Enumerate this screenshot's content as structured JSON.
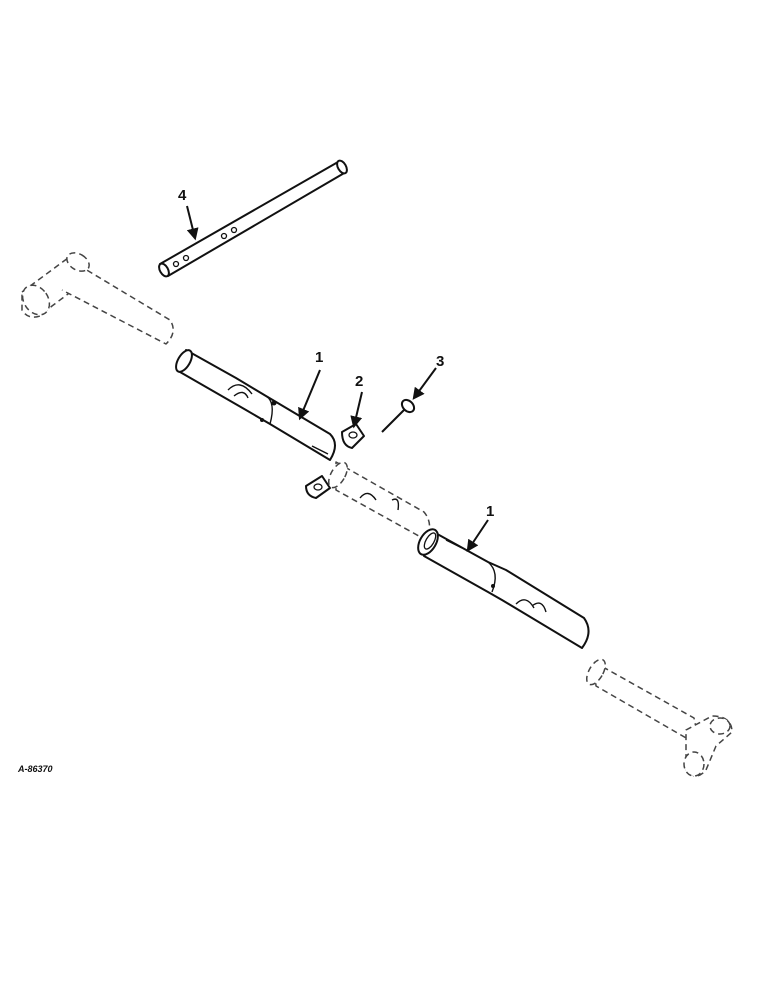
{
  "diagram": {
    "reference_code": "A-86370",
    "callouts": {
      "tube_upper": "1",
      "clamp": "2",
      "pin": "3",
      "rod": "4",
      "tube_lower": "1"
    }
  }
}
